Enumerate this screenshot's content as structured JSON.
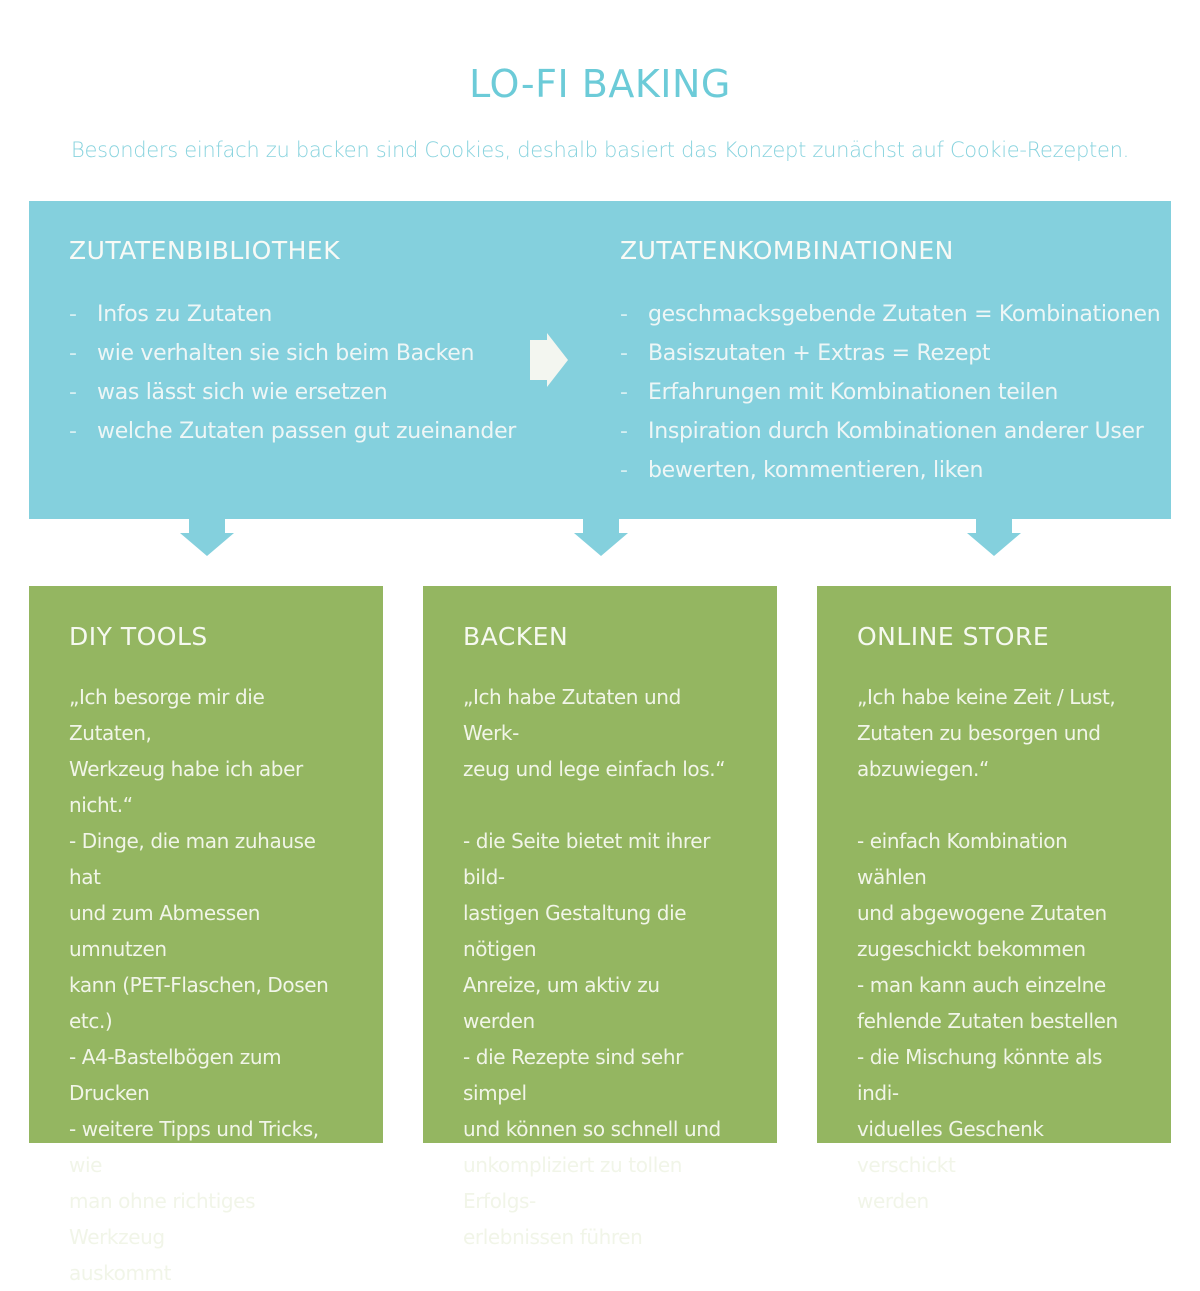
{
  "header": {
    "title": "LO-FI BAKING",
    "subtitle": "Besonders einfach zu backen sind Cookies, deshalb basiert das Konzept zunächst auf Cookie-Rezepten."
  },
  "top": {
    "left": {
      "title": "ZUTATENBIBLIOTHEK",
      "items": [
        "Infos zu Zutaten",
        "wie verhalten sie sich beim Backen",
        "was lässt sich wie ersetzen",
        "welche Zutaten passen gut zueinander"
      ]
    },
    "right": {
      "title": "ZUTATENKOMBINATIONEN",
      "items": [
        "geschmacksgebende Zutaten = Kombinationen",
        "Basiszutaten + Extras = Rezept",
        "Erfahrungen mit Kombinationen teilen",
        "Inspiration durch Kombinationen anderer User",
        "bewerten, kommentieren, liken"
      ]
    },
    "dash": "-"
  },
  "boxes": [
    {
      "title": "DIY TOOLS",
      "quote": "„Ich besorge mir die Zutaten,\nWerkzeug habe ich aber nicht.“",
      "body": "- Dinge, die man zuhause hat\nund zum Abmessen umnutzen\nkann (PET-Flaschen, Dosen etc.)\n- A4-Bastelbögen zum Drucken\n- weitere Tipps und Tricks, wie\nman ohne richtiges Werkzeug\nauskommt"
    },
    {
      "title": "BACKEN",
      "quote": "„Ich habe Zutaten und Werk-\nzeug und lege einfach los.“",
      "body": "- die Seite bietet mit ihrer bild-\nlastigen Gestaltung die nötigen\nAnreize, um aktiv zu werden\n- die Rezepte sind sehr simpel\nund können so schnell und\nunkompliziert zu tollen Erfolgs-\nerlebnissen führen"
    },
    {
      "title": "ONLINE STORE",
      "quote": "„Ich habe keine Zeit / Lust,\nZutaten zu besorgen und\nabzuwiegen.“",
      "body": "- einfach Kombination wählen\nund abgewogene Zutaten\nzugeschickt bekommen\n- man kann auch einzelne\nfehlende Zutaten bestellen\n- die Mischung könnte als indi-\nviduelles Geschenk verschickt\nwerden"
    }
  ],
  "colors": {
    "blue": "#84d0dd",
    "green": "#94b661",
    "title": "#6ccbd8"
  }
}
